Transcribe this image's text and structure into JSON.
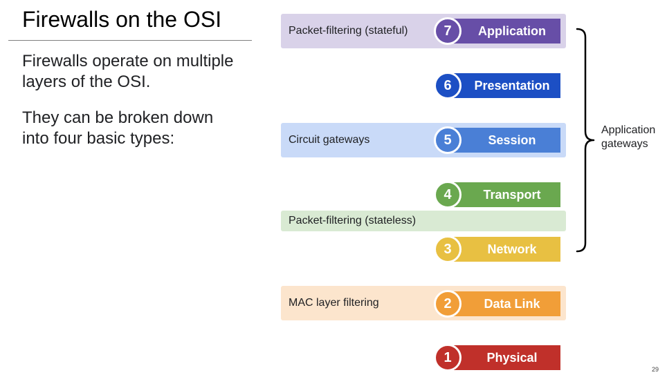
{
  "slide": {
    "title": "Firewalls on the OSI",
    "paragraphs": [
      "Firewalls operate on multiple layers of the OSI.",
      "They can be broken down into four basic types:"
    ],
    "page_number": "29"
  },
  "bands": [
    {
      "label": "Packet-filtering (stateful)",
      "color": "#d9d2e9"
    },
    {
      "label": "Circuit gateways",
      "color": "#c9daf8"
    },
    {
      "label": "Packet-filtering (stateless)",
      "color": "#d9ead3"
    },
    {
      "label": "MAC layer filtering",
      "color": "#fce5cd"
    }
  ],
  "layers": [
    {
      "number": "7",
      "name": "Application",
      "color": "#674ea7"
    },
    {
      "number": "6",
      "name": "Presentation",
      "color": "#1c4fc4"
    },
    {
      "number": "5",
      "name": "Session",
      "color": "#4a7fd6"
    },
    {
      "number": "4",
      "name": "Transport",
      "color": "#6aa84f"
    },
    {
      "number": "3",
      "name": "Network",
      "color": "#e8c042"
    },
    {
      "number": "2",
      "name": "Data Link",
      "color": "#f19e38"
    },
    {
      "number": "1",
      "name": "Physical",
      "color": "#c0302a"
    }
  ],
  "brace": {
    "label_line1": "Application",
    "label_line2": "gateways"
  }
}
